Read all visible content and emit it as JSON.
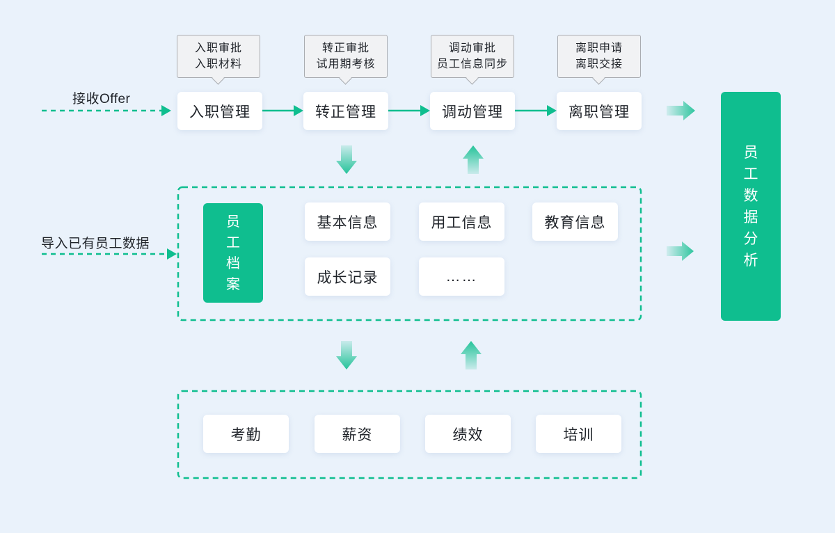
{
  "inputs": {
    "offer_label": "接收Offer",
    "import_label": "导入已有员工数据"
  },
  "process_steps": [
    {
      "label": "入职管理",
      "note": [
        "入职审批",
        "入职材料"
      ]
    },
    {
      "label": "转正管理",
      "note": [
        "转正审批",
        "试用期考核"
      ]
    },
    {
      "label": "调动管理",
      "note": [
        "调动审批",
        "员工信息同步"
      ]
    },
    {
      "label": "离职管理",
      "note": [
        "离职申请",
        "离职交接"
      ]
    }
  ],
  "archive": {
    "title_chars": [
      "员",
      "工",
      "档",
      "案"
    ],
    "items": [
      "基本信息",
      "用工信息",
      "教育信息",
      "成长记录",
      "……"
    ]
  },
  "modules": [
    "考勤",
    "薪资",
    "绩效",
    "培训"
  ],
  "analysis": {
    "title_chars": [
      "员",
      "工",
      "数",
      "据",
      "分",
      "析"
    ]
  },
  "colors": {
    "accent": "#0fbe8f",
    "background": "#eaf2fb"
  }
}
